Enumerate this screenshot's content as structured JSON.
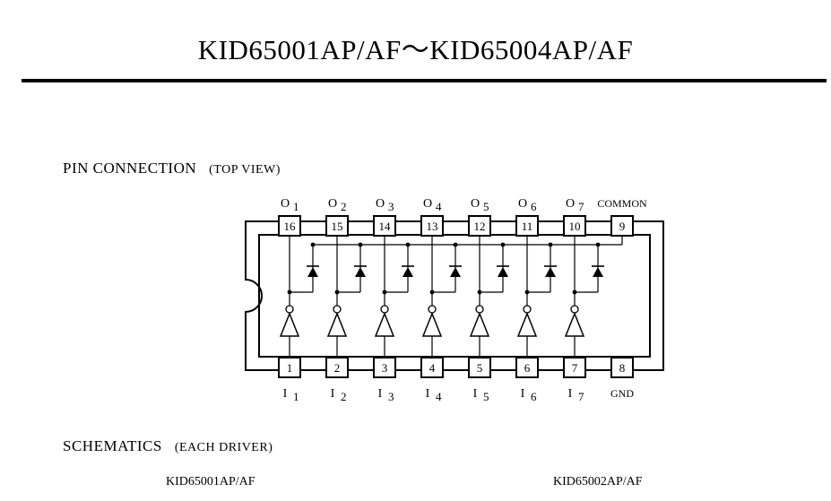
{
  "title": "KID65001AP/AF～KID65004AP/AF",
  "pin_connection": {
    "heading": "PIN CONNECTION",
    "subheading": "(TOP VIEW)",
    "top_pins": [
      {
        "number": "16",
        "label": "O",
        "sub": "1"
      },
      {
        "number": "15",
        "label": "O",
        "sub": "2"
      },
      {
        "number": "14",
        "label": "O",
        "sub": "3"
      },
      {
        "number": "13",
        "label": "O",
        "sub": "4"
      },
      {
        "number": "12",
        "label": "O",
        "sub": "5"
      },
      {
        "number": "11",
        "label": "O",
        "sub": "6"
      },
      {
        "number": "10",
        "label": "O",
        "sub": "7"
      },
      {
        "number": "9",
        "label": "COMMON",
        "sub": ""
      }
    ],
    "bottom_pins": [
      {
        "number": "1",
        "label": "I",
        "sub": "1"
      },
      {
        "number": "2",
        "label": "I",
        "sub": "2"
      },
      {
        "number": "3",
        "label": "I",
        "sub": "3"
      },
      {
        "number": "4",
        "label": "I",
        "sub": "4"
      },
      {
        "number": "5",
        "label": "I",
        "sub": "5"
      },
      {
        "number": "6",
        "label": "I",
        "sub": "6"
      },
      {
        "number": "7",
        "label": "I",
        "sub": "7"
      },
      {
        "number": "8",
        "label": "GND",
        "sub": ""
      }
    ]
  },
  "schematics": {
    "heading": "SCHEMATICS",
    "subheading": "(EACH DRIVER)",
    "parts": [
      "KID65001AP/AF",
      "KID65002AP/AF"
    ]
  },
  "colors": {
    "ink": "#000000",
    "background": "#ffffff"
  }
}
